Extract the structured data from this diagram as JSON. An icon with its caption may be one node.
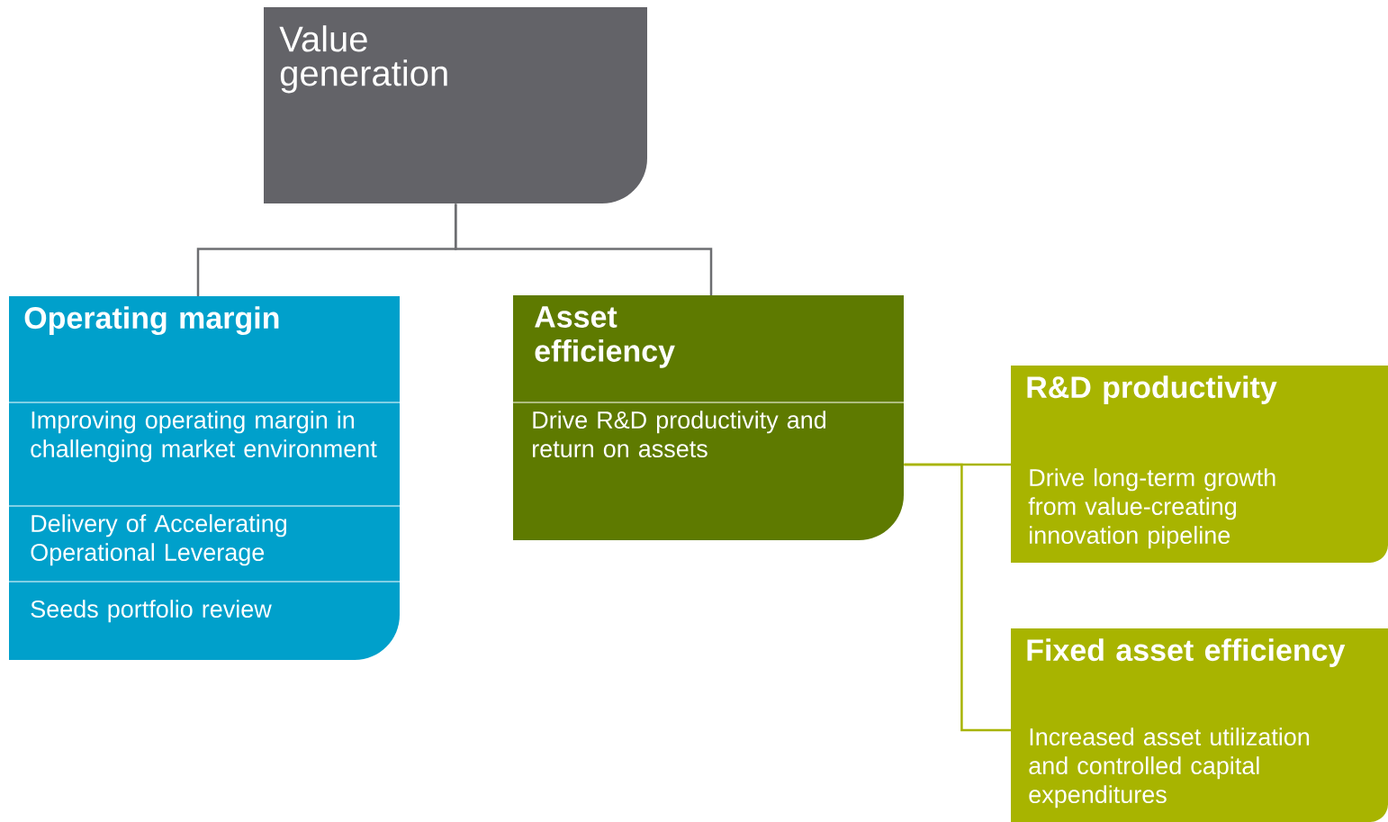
{
  "diagram": {
    "nodes": [
      {
        "text": [
          "Value generation"
        ]
      },
      {
        "text": [
          "Operating margin",
          "Improving operating margin in challenging market environment",
          "Delivery of Accelerating Operational Leverage",
          "Seeds portfolio review"
        ]
      },
      {
        "text": [
          "Asset efficiency",
          "Drive R&D productivity and return on assets"
        ]
      },
      {
        "text": [
          "R&D productivity",
          "Drive long-term growth from value-creating innovation pipeline"
        ]
      },
      {
        "text": [
          "Fixed asset efficiency",
          "Increased asset utilization and controlled capital expenditures"
        ]
      }
    ],
    "edges": [
      {
        "from": 0,
        "to": 1,
        "arrow": "none",
        "color": "#6d6e71"
      },
      {
        "from": 0,
        "to": 2,
        "arrow": "none",
        "color": "#6d6e71"
      },
      {
        "from": 2,
        "to": 3,
        "arrow": "none",
        "color": "#a8b400"
      },
      {
        "from": 2,
        "to": 4,
        "arrow": "none",
        "color": "#a8b400"
      }
    ]
  }
}
